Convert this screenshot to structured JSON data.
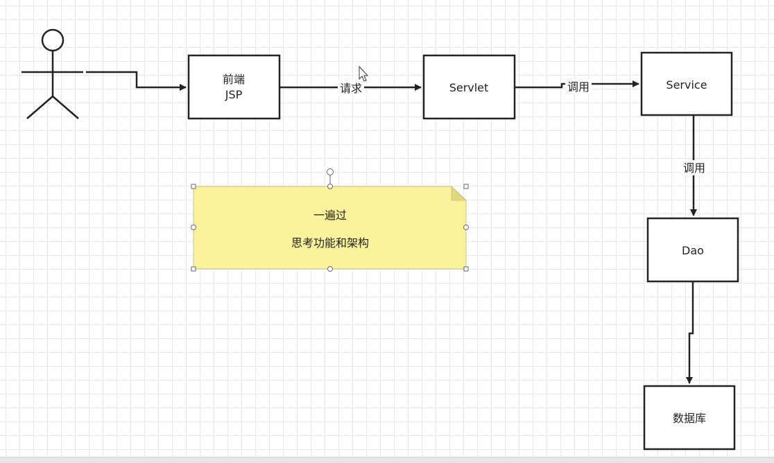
{
  "diagram": {
    "nodes": {
      "frontend": {
        "line1": "前端",
        "line2": "JSP"
      },
      "servlet": {
        "label": "Servlet"
      },
      "service": {
        "label": "Service"
      },
      "dao": {
        "label": "Dao"
      },
      "database": {
        "label": "数据库"
      }
    },
    "edges": {
      "frontend_to_servlet": "请求",
      "servlet_to_service": "调用",
      "service_to_dao": "调用"
    },
    "note": {
      "line1": "一遍过",
      "line2": "思考功能和架构",
      "color": "#fbf39c"
    }
  }
}
